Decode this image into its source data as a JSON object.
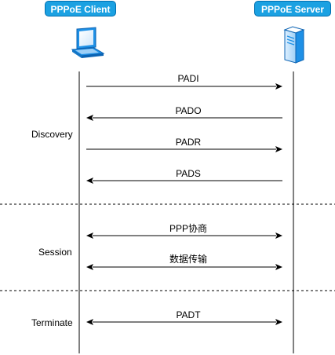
{
  "participants": {
    "client": {
      "label": "PPPoE Client",
      "icon": "laptop-icon"
    },
    "server": {
      "label": "PPPoE Server",
      "icon": "server-icon"
    }
  },
  "colors": {
    "badge_fill": "#1ba1e2",
    "badge_border": "#006eaf",
    "icon_blue": "#1e90e6",
    "line": "#000000"
  },
  "phases": [
    {
      "name": "Discovery"
    },
    {
      "name": "Session"
    },
    {
      "name": "Terminate"
    }
  ],
  "messages": [
    {
      "label": "PADI",
      "direction": "client-to-server"
    },
    {
      "label": "PADO",
      "direction": "server-to-client"
    },
    {
      "label": "PADR",
      "direction": "client-to-server"
    },
    {
      "label": "PADS",
      "direction": "server-to-client"
    },
    {
      "label": "PPP协商",
      "direction": "both"
    },
    {
      "label": "数据传输",
      "direction": "both"
    },
    {
      "label": "PADT",
      "direction": "both"
    }
  ]
}
